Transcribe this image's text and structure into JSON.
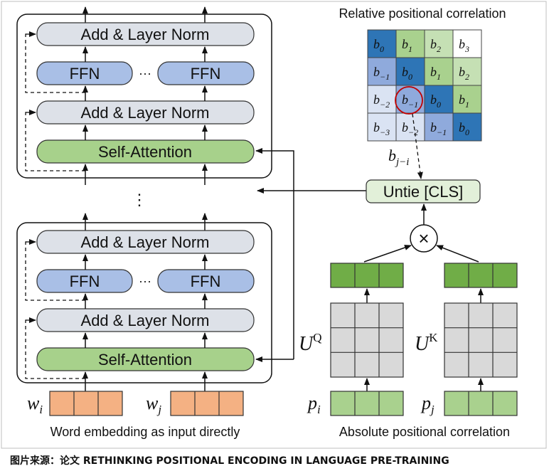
{
  "blocks": {
    "add_norm": "Add & Layer Norm",
    "ffn": "FFN",
    "ffn_ellipsis": "···",
    "self_attention": "Self-Attention",
    "vertical_ellipsis": "⋮"
  },
  "embedding": {
    "word_i": "w",
    "word_i_sub": "i",
    "word_j": "w",
    "word_j_sub": "j",
    "caption": "Word embedding as input directly"
  },
  "relative": {
    "title": "Relative positional correlation",
    "matrix": [
      [
        {
          "t": "b",
          "s": "0"
        },
        {
          "t": "b",
          "s": "1"
        },
        {
          "t": "b",
          "s": "2"
        },
        {
          "t": "b",
          "s": "3"
        }
      ],
      [
        {
          "t": "b",
          "s": "−1"
        },
        {
          "t": "b",
          "s": "0"
        },
        {
          "t": "b",
          "s": "1"
        },
        {
          "t": "b",
          "s": "2"
        }
      ],
      [
        {
          "t": "b",
          "s": "−2"
        },
        {
          "t": "b",
          "s": "−1"
        },
        {
          "t": "b",
          "s": "0"
        },
        {
          "t": "b",
          "s": "1"
        }
      ],
      [
        {
          "t": "b",
          "s": "−3"
        },
        {
          "t": "b",
          "s": "−2"
        },
        {
          "t": "b",
          "s": "−1"
        },
        {
          "t": "b",
          "s": "0"
        }
      ]
    ],
    "bias_label": "b",
    "bias_sub": "j−i"
  },
  "untie": "Untie [CLS]",
  "multiply_symbol": "×",
  "absolute": {
    "uq": "U",
    "uq_sup": "Q",
    "uk": "U",
    "uk_sup": "K",
    "pi": "p",
    "pi_sub": "i",
    "pj": "p",
    "pj_sub": "j",
    "caption": "Absolute positional correlation"
  },
  "source": "图片来源：论文 RETHINKING POSITIONAL ENCODING IN LANGUAGE PRE-TRAINING",
  "colors": {
    "norm": "#dde1e8",
    "ffn": "#a9bfe6",
    "attn": "#a7d18b",
    "embed": "#f4b183",
    "pos": "#a9d18e",
    "proj": "#70ad47",
    "mat": "#d9d9d9",
    "untie": "#e2f0d9",
    "dark_blue": "#2e75b6",
    "mid_blue": "#8faadc",
    "light_blue": "#dae3f3",
    "dark_green": "#a9d18e",
    "light_green": "#c5e0b4"
  }
}
